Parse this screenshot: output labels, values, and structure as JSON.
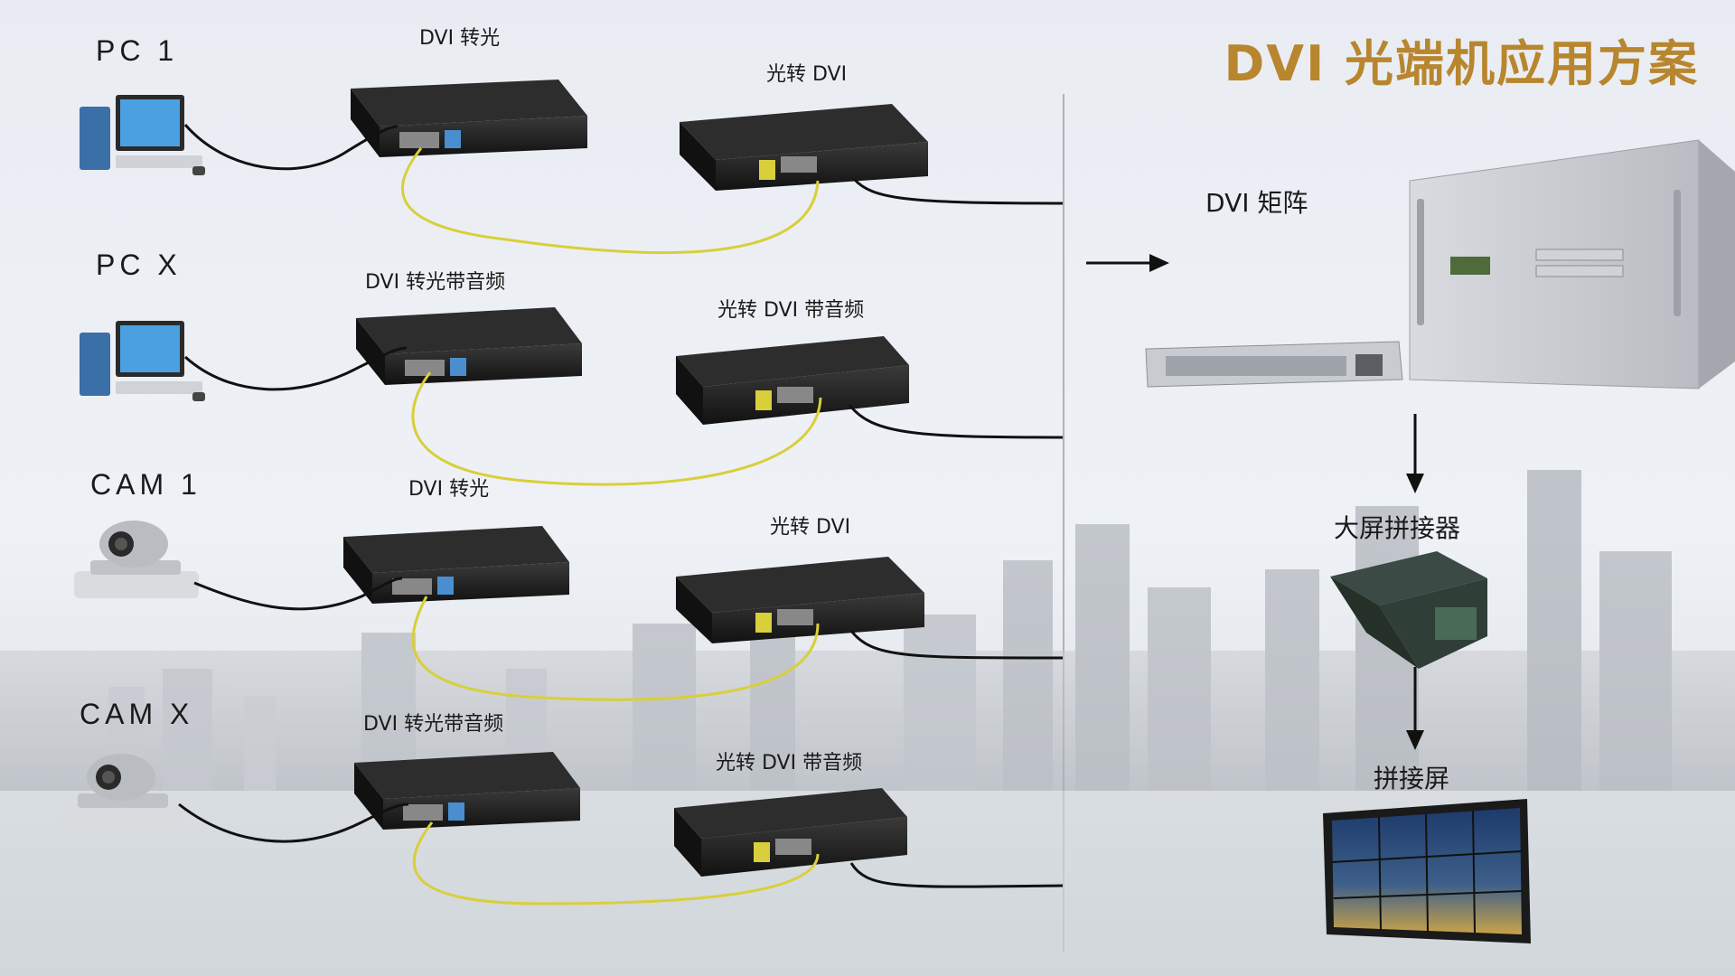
{
  "title": "DVI 光端机应用方案",
  "sources": [
    {
      "label": "PC  1",
      "icon": "computer-icon",
      "tx": "DVI 转光",
      "rx": "光转 DVI"
    },
    {
      "label": "PC  X",
      "icon": "computer-icon",
      "tx": "DVI 转光带音频",
      "rx": "光转 DVI 带音频"
    },
    {
      "label": "CAM 1",
      "icon": "camera-icon",
      "tx": "DVI 转光",
      "rx": "光转 DVI"
    },
    {
      "label": "CAM  X",
      "icon": "camera-icon",
      "tx": "DVI 转光带音频",
      "rx": "光转 DVI 带音频"
    }
  ],
  "right": {
    "matrix": "DVI 矩阵",
    "splicer": "大屏拼接器",
    "wall": "拼接屏"
  },
  "colors": {
    "title": "#b8862e",
    "fiber": "#d8cf3a",
    "cable": "#111111",
    "device": "#1b1b1b"
  }
}
